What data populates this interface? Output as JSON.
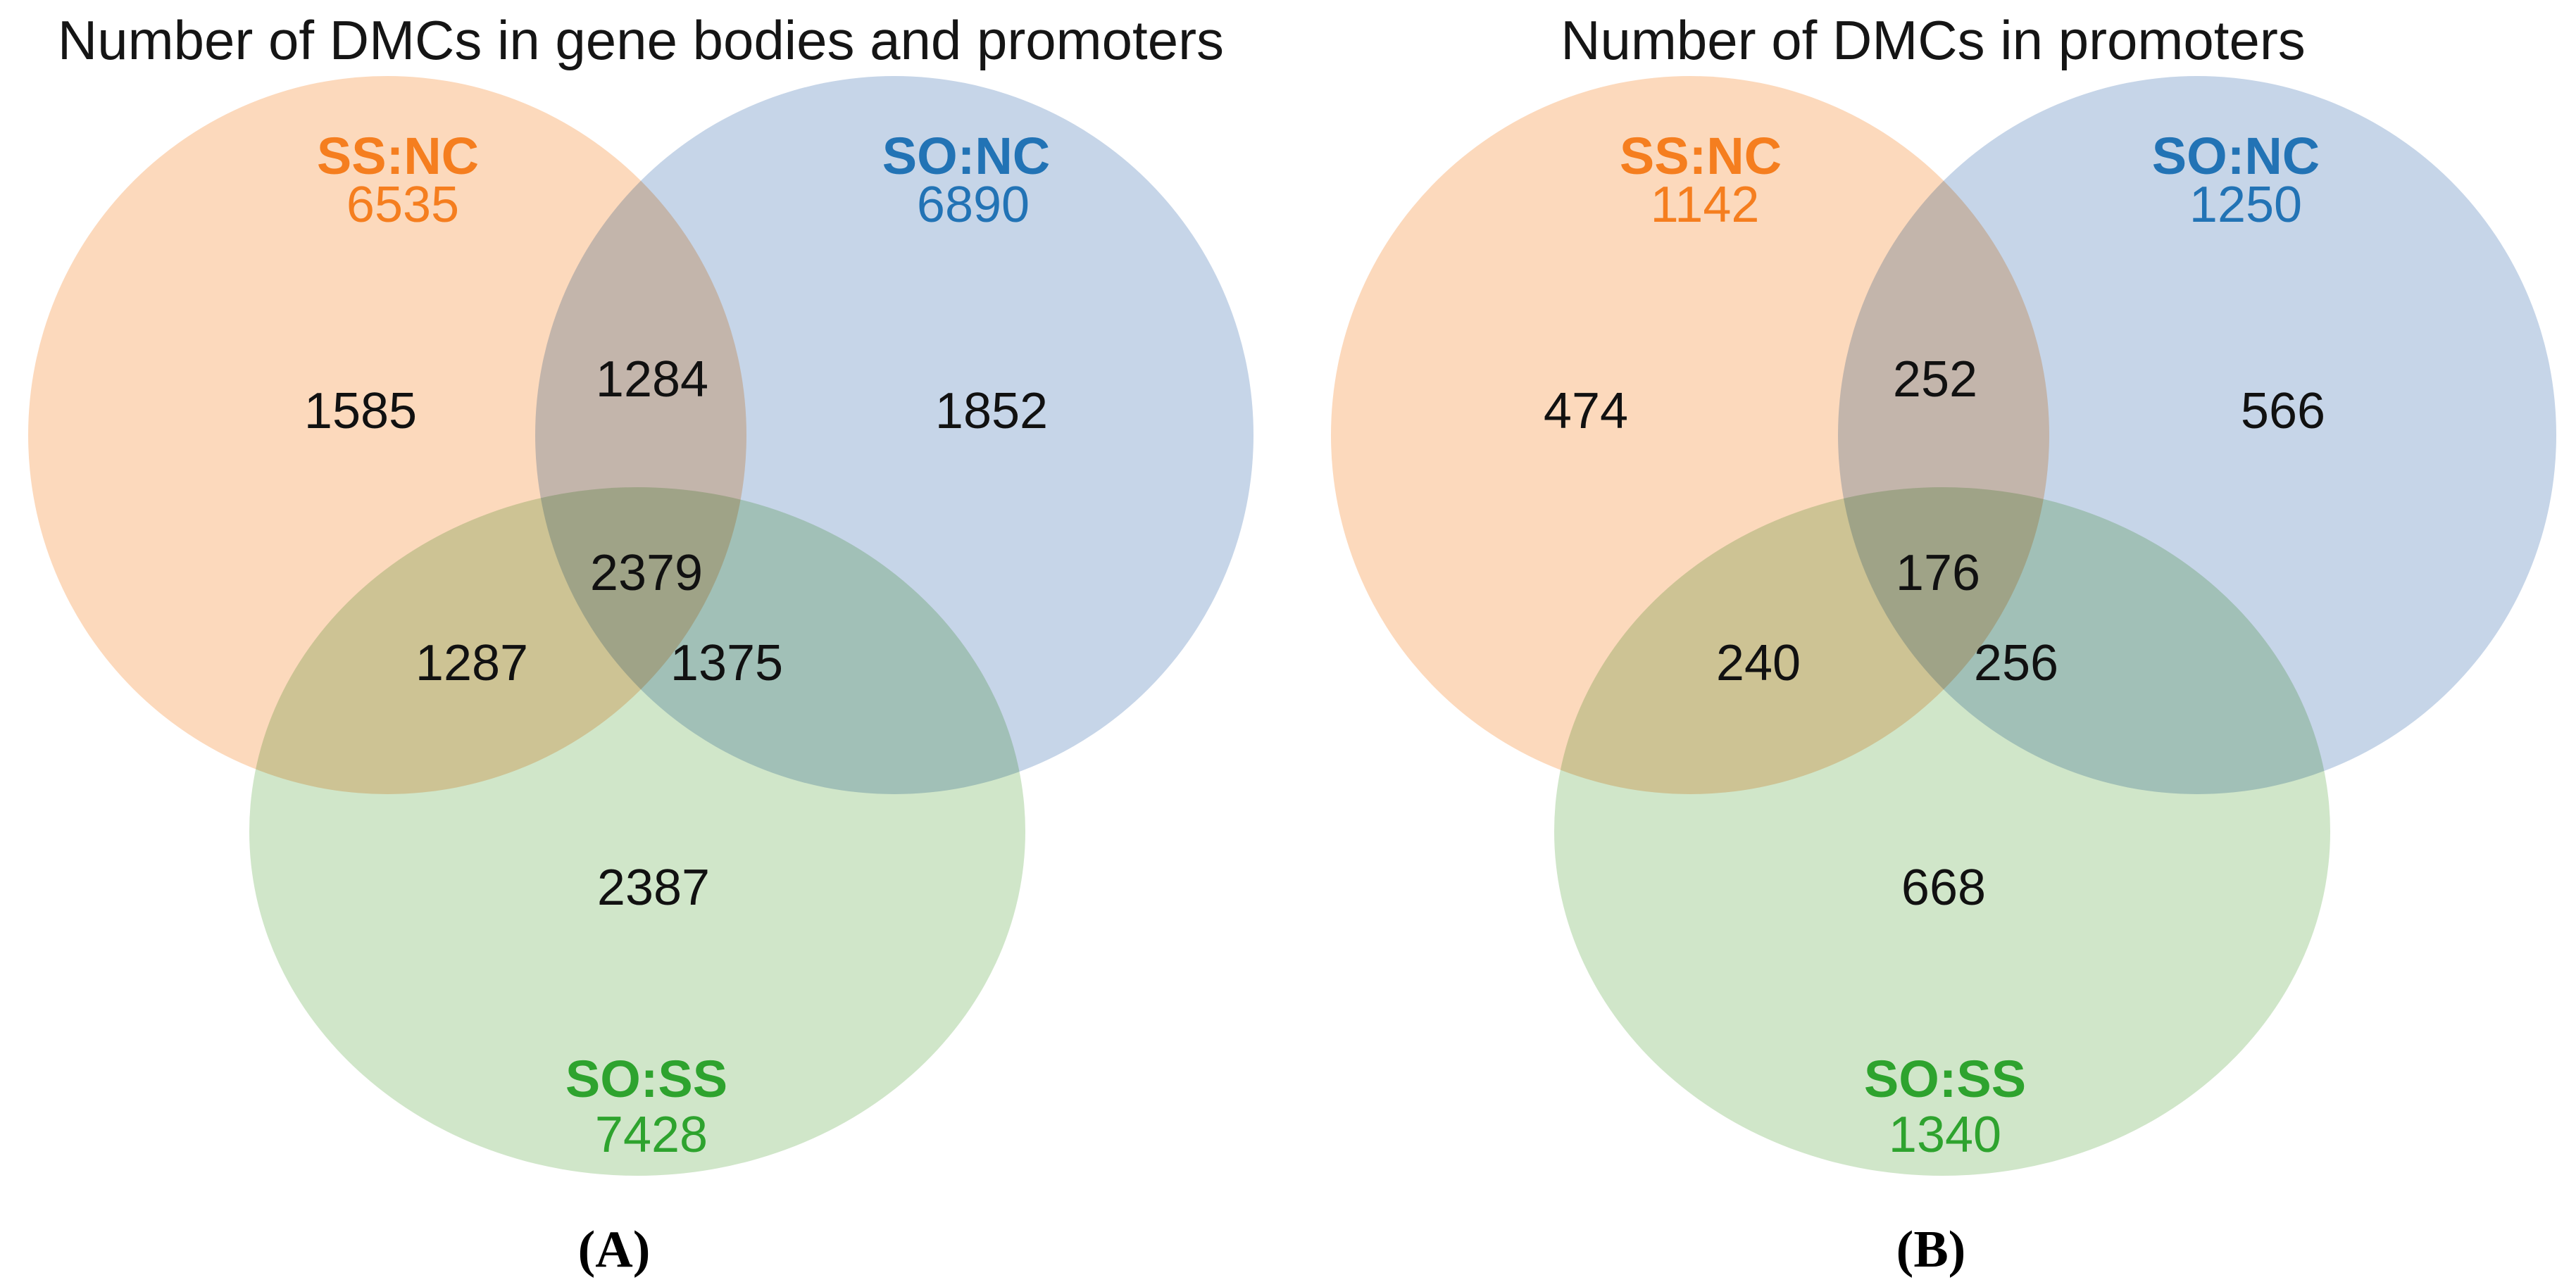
{
  "page": {
    "background": "#ffffff"
  },
  "panels": [
    {
      "label": "(A)",
      "title": "Number of DMCs in gene bodies and promoters",
      "sets": [
        {
          "key": "ss_nc",
          "name": "SS:NC",
          "total": "6535",
          "text_color": "#F57E1F",
          "fill": "#FCD9BC"
        },
        {
          "key": "so_nc",
          "name": "SO:NC",
          "total": "6890",
          "text_color": "#2273B5",
          "fill": "#C6D5E8"
        },
        {
          "key": "so_ss",
          "name": "SO:SS",
          "total": "7428",
          "text_color": "#2EA32E",
          "fill": "#D0E6C9"
        }
      ],
      "regions": {
        "only_ss_nc": "1585",
        "ss_nc_so_nc": "1284",
        "only_so_nc": "1852",
        "all_three": "2379",
        "ss_nc_so_ss": "1287",
        "so_nc_so_ss": "1375",
        "only_so_ss": "2387"
      }
    },
    {
      "label": "(B)",
      "title": "Number of DMCs in promoters",
      "sets": [
        {
          "key": "ss_nc",
          "name": "SS:NC",
          "total": "1142",
          "text_color": "#F57E1F",
          "fill": "#FCD9BC"
        },
        {
          "key": "so_nc",
          "name": "SO:NC",
          "total": "1250",
          "text_color": "#2273B5",
          "fill": "#C6D5E8"
        },
        {
          "key": "so_ss",
          "name": "SO:SS",
          "total": "1340",
          "text_color": "#2EA32E",
          "fill": "#D0E6C9"
        }
      ],
      "regions": {
        "only_ss_nc": "474",
        "ss_nc_so_nc": "252",
        "only_so_nc": "566",
        "all_three": "176",
        "ss_nc_so_ss": "240",
        "so_nc_so_ss": "256",
        "only_so_ss": "668"
      }
    }
  ],
  "chart_data": [
    {
      "type": "venn",
      "title": "Number of DMCs in gene bodies and promoters",
      "sets": [
        {
          "name": "SS:NC",
          "total": 6535,
          "color": "#F57E1F"
        },
        {
          "name": "SO:NC",
          "total": 6890,
          "color": "#2273B5"
        },
        {
          "name": "SO:SS",
          "total": 7428,
          "color": "#2EA32E"
        }
      ],
      "intersections": {
        "SS:NC only": 1585,
        "SO:NC only": 1852,
        "SO:SS only": 2387,
        "SS:NC & SO:NC": 1284,
        "SS:NC & SO:SS": 1287,
        "SO:NC & SO:SS": 1375,
        "SS:NC & SO:NC & SO:SS": 2379
      }
    },
    {
      "type": "venn",
      "title": "Number of DMCs in promoters",
      "sets": [
        {
          "name": "SS:NC",
          "total": 1142,
          "color": "#F57E1F"
        },
        {
          "name": "SO:NC",
          "total": 1250,
          "color": "#2273B5"
        },
        {
          "name": "SO:SS",
          "total": 1340,
          "color": "#2EA32E"
        }
      ],
      "intersections": {
        "SS:NC only": 474,
        "SO:NC only": 566,
        "SO:SS only": 668,
        "SS:NC & SO:NC": 252,
        "SS:NC & SO:SS": 240,
        "SO:NC & SO:SS": 256,
        "SS:NC & SO:NC & SO:SS": 176
      }
    }
  ]
}
